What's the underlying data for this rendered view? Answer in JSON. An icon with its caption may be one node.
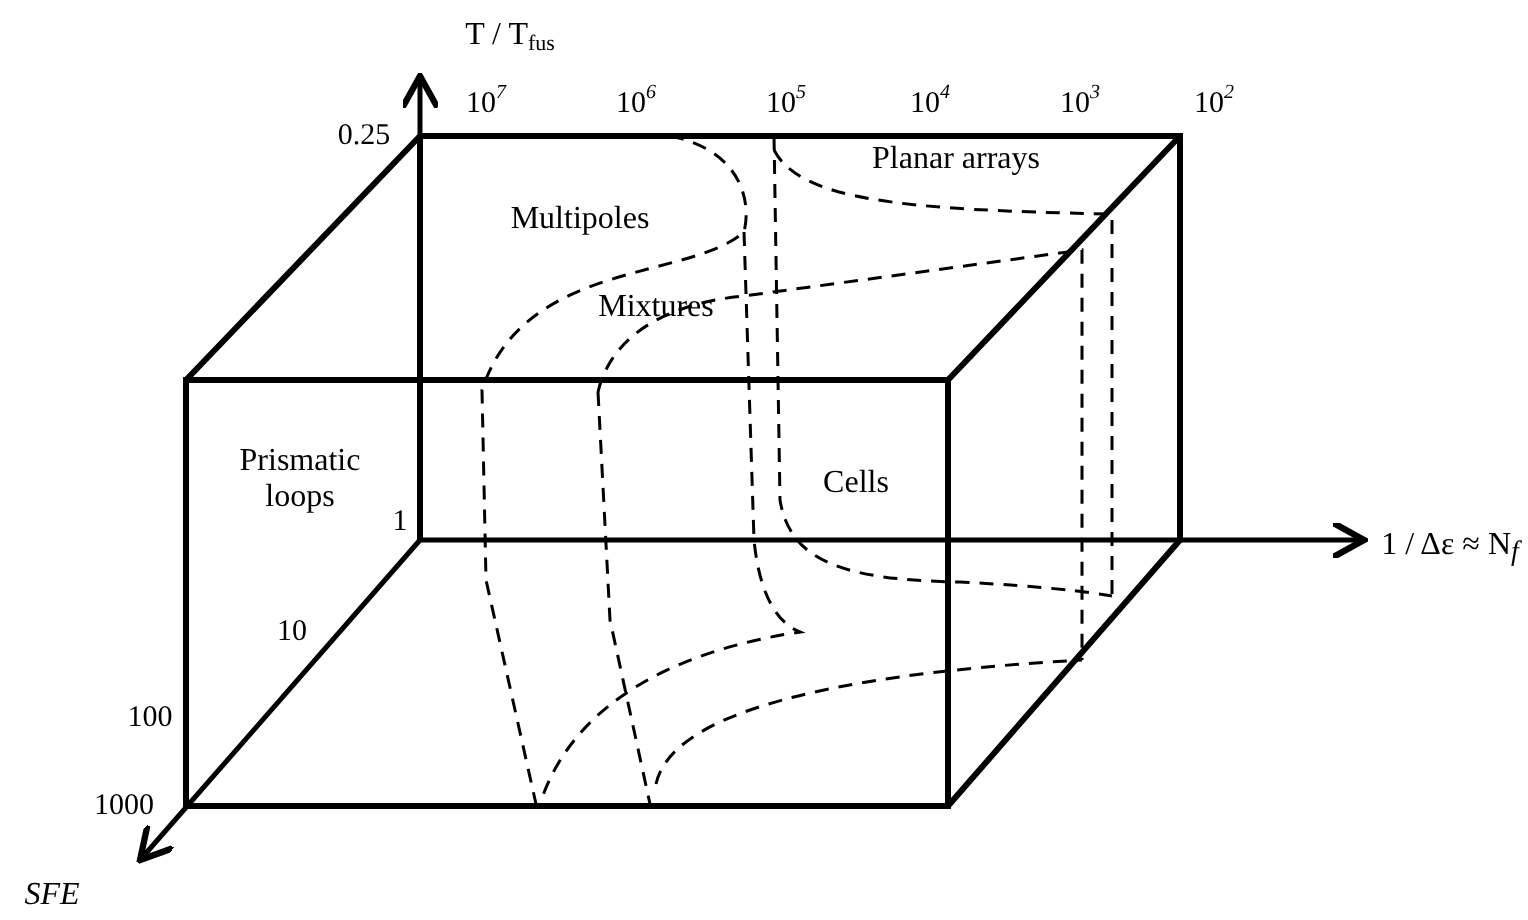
{
  "diagram": {
    "labels": [
      "T / T$_{fus}$",
      "10$^{7}$",
      "10$^{6}$",
      "10$^{5}$",
      "10$^{4}$",
      "10$^{3}$",
      "10$^{2}$",
      "0.25",
      "Planar arrays",
      "Multipoles",
      "Mixtures",
      "Prismatic loops",
      "Cells",
      "1",
      "1 / Δε ≈ N$_{f}$",
      "10",
      "100",
      "1000",
      "SFE"
    ]
  }
}
